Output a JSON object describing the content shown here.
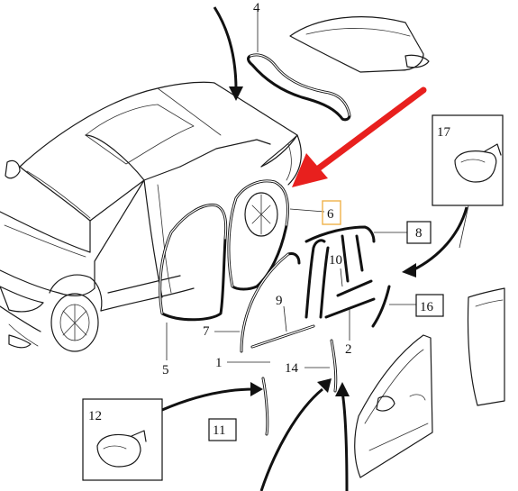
{
  "callouts": {
    "c1": "1",
    "c2": "2",
    "c4": "4",
    "c5": "5",
    "c6": "6",
    "c7": "7",
    "c8": "8",
    "c9": "9",
    "c10": "10",
    "c11": "11",
    "c12": "12",
    "c14": "14",
    "c16": "16",
    "c17": "17"
  },
  "colors": {
    "highlight_arrow": "#e8201e",
    "label_6_box": "#f0b24a",
    "line": "#1a1a1a"
  },
  "highlighted_part": "6"
}
